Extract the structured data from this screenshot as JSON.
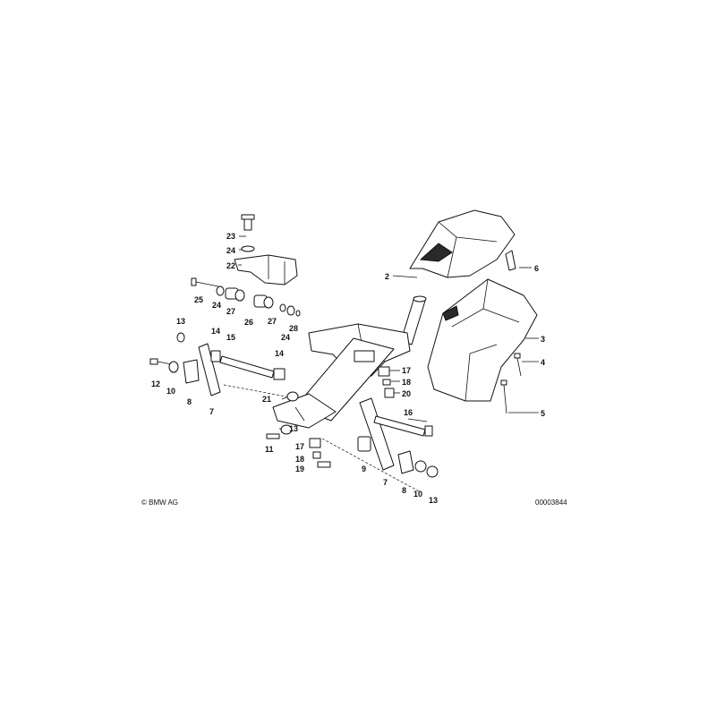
{
  "diagram": {
    "part_labels": [
      "2",
      "3",
      "4",
      "5",
      "6",
      "7",
      "7",
      "8",
      "8",
      "9",
      "10",
      "10",
      "11",
      "12",
      "13",
      "13",
      "13",
      "14",
      "14",
      "15",
      "16",
      "17",
      "17",
      "18",
      "18",
      "19",
      "20",
      "21",
      "22",
      "23",
      "24",
      "24",
      "24",
      "25",
      "26",
      "27",
      "27",
      "28"
    ],
    "copyright": "© BMW AG",
    "drawing_number": "00003844"
  }
}
